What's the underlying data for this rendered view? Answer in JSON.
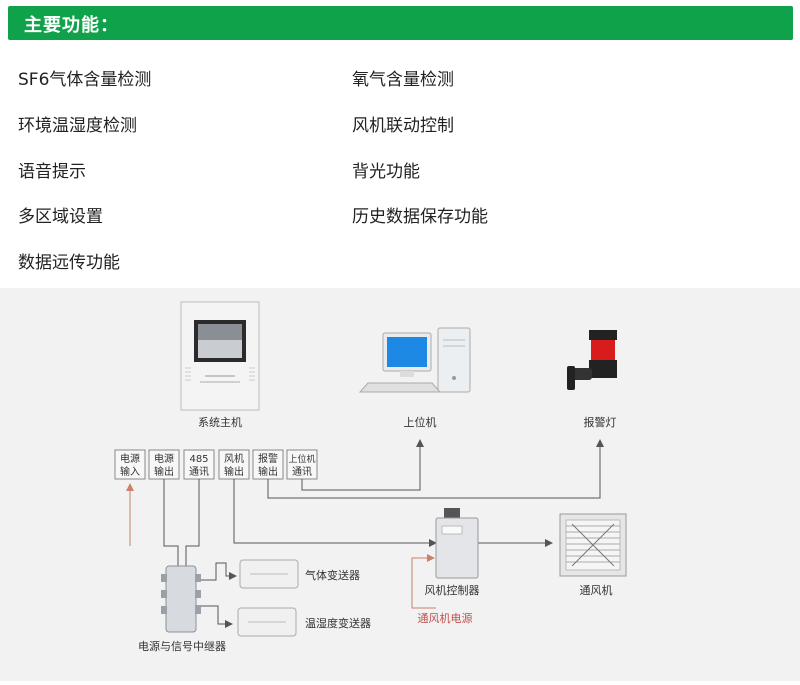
{
  "header": {
    "title": "主要功能：",
    "color": "#10a24a"
  },
  "features": [
    "SF6气体含量检测",
    "氧气含量检测",
    "环境温湿度检测",
    "风机联动控制",
    "语音提示",
    "背光功能",
    "多区域设置",
    "历史数据保存功能",
    "数据远传功能"
  ],
  "diagram": {
    "host_label": "系统主机",
    "pc_label": "上位机",
    "alarm_label": "报警灯",
    "ports": [
      [
        "电源",
        "输入"
      ],
      [
        "电源",
        "输出"
      ],
      [
        "485",
        "通讯"
      ],
      [
        "风机",
        "输出"
      ],
      [
        "报警",
        "输出"
      ],
      [
        "上位机",
        "通讯"
      ]
    ],
    "gas_transmitter_label": "气体变送器",
    "th_transmitter_label": "温湿度变送器",
    "relay_label": "电源与信号中继器",
    "fan_controller_label": "风机控制器",
    "fan_power_label": "通风机电源",
    "fan_label": "通风机",
    "colors": {
      "line": "#555555",
      "power_arrow": "#c9826a",
      "power_text": "#c0504d",
      "alarm_red": "#d81b1b"
    }
  }
}
